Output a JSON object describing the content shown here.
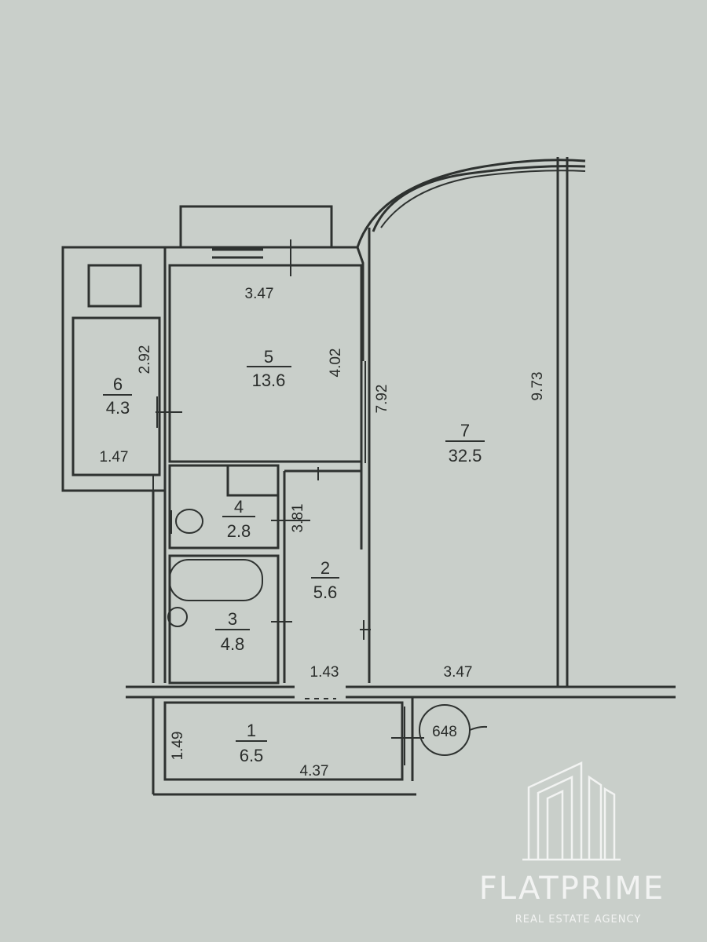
{
  "rooms": [
    {
      "id": "1",
      "area": "6.5"
    },
    {
      "id": "2",
      "area": "5.6"
    },
    {
      "id": "3",
      "area": "4.8"
    },
    {
      "id": "4",
      "area": "2.8"
    },
    {
      "id": "5",
      "area": "13.6"
    },
    {
      "id": "6",
      "area": "4.3"
    },
    {
      "id": "7",
      "area": "32.5"
    }
  ],
  "dimensions": {
    "room5_width": "3.47",
    "room5_height": "4.02",
    "room6_height": "2.92",
    "room6_width": "1.47",
    "room7_inner_height": "7.92",
    "room7_outer_height": "9.73",
    "room7_width": "3.47",
    "room2_height": "3.81",
    "room2_width": "1.43",
    "room1_height": "1.49",
    "room1_width": "4.37",
    "shaft_label": "648"
  },
  "watermark": {
    "brand": "FLATPRIME",
    "tagline": "REAL ESTATE AGENCY"
  }
}
